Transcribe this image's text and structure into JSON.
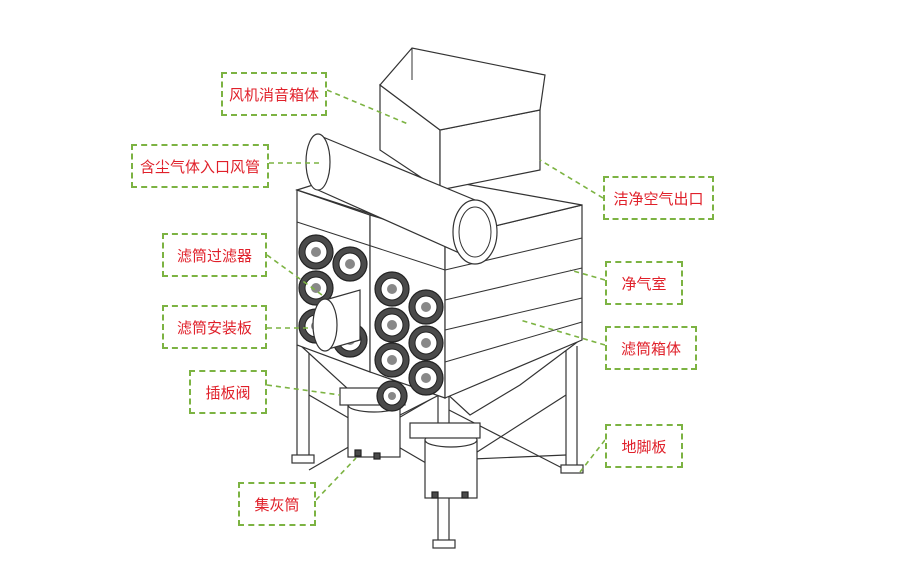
{
  "labels": {
    "fan_silencer_box": "风机消音箱体",
    "dusty_gas_inlet_duct": "含尘气体入口风管",
    "filter_cartridge": "滤筒过滤器",
    "cartridge_mount_plate": "滤筒安装板",
    "gate_valve": "插板阀",
    "dust_bin": "集灰筒",
    "clean_air_outlet": "洁净空气出口",
    "clean_air_chamber": "净气室",
    "filter_housing": "滤筒箱体",
    "foot_plate": "地脚板"
  },
  "colors": {
    "label_text": "#e0202a",
    "callout_border": "#7cb342",
    "line_art": "#333333"
  }
}
